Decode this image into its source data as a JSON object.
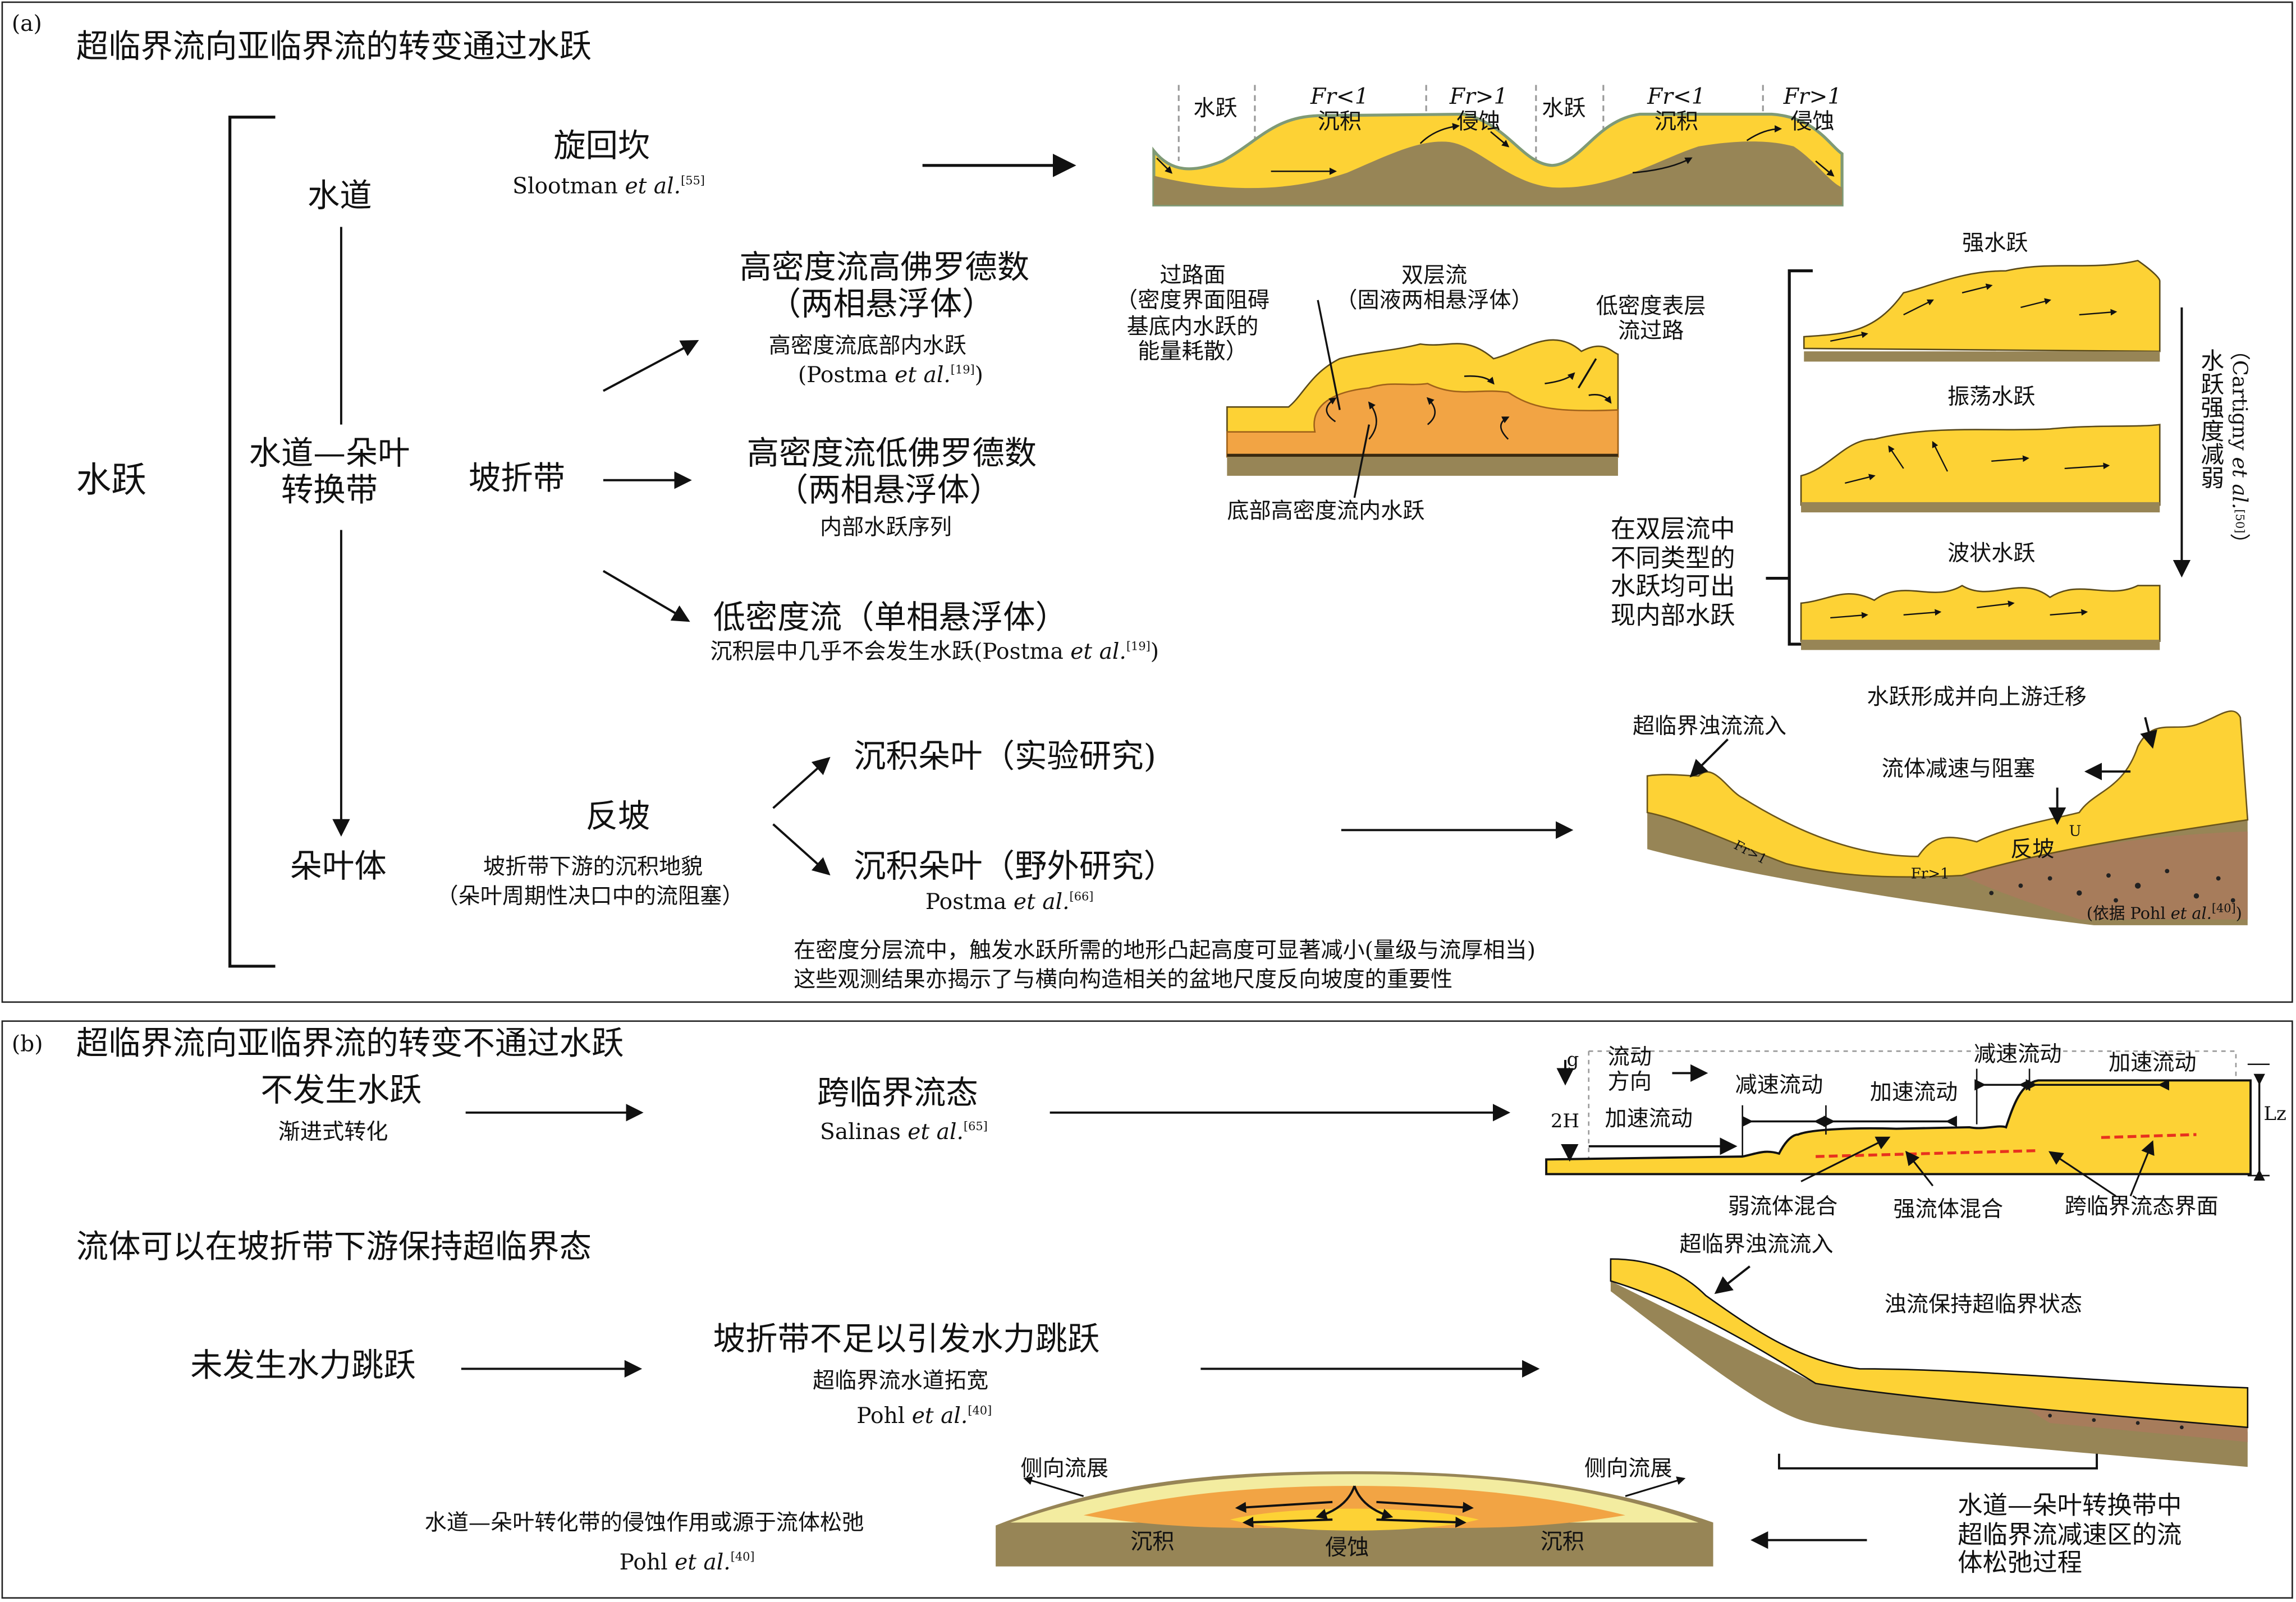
{
  "panel_a": {
    "tag": "(a)",
    "title": "超临界流向亚临界流的转变通过水跃",
    "root": "水跃",
    "tiers": {
      "channel": "水道",
      "transition_l1": "水道—朵叶",
      "transition_l2": "转换带",
      "lobe": "朵叶体"
    },
    "slope_break": "坡折带",
    "cyclic_step": {
      "title": "旋回坎",
      "author": "Slootman",
      "etal": "et al.",
      "ref": "[55]"
    },
    "hd_high_fr": {
      "title": "高密度流高佛罗德数",
      "sub": "（两相悬浮体）",
      "desc": "高密度流底部内水跃",
      "cite_pre": "(Postma ",
      "etal": "et al.",
      "ref": "[19]",
      "cite_post": ")"
    },
    "hd_low_fr": {
      "title": "高密度流低佛罗德数",
      "sub": "（两相悬浮体）",
      "desc": "内部水跃序列"
    },
    "low_density": {
      "title": "低密度流（单相悬浮体）",
      "desc": "沉积层中几乎不会发生水跃(Postma ",
      "etal": "et al.",
      "ref": "[19]",
      "post": ")"
    },
    "adverse_slope": {
      "title": "反坡",
      "desc1": "坡折带下游的沉积地貌",
      "desc2": "（朵叶周期性决口中的流阻塞）"
    },
    "lobe_exp": "沉积朵叶（实验研究)",
    "lobe_field": "沉积朵叶（野外研究）",
    "lobe_field_cite": {
      "author": "Postma ",
      "etal": "et al.",
      "ref": "[66]"
    },
    "note1": "在密度分层流中，触发水跃所需的地形凸起高度可显著减小(量级与流厚相当)",
    "note2": "这些观测结果亦揭示了与横向构造相关的盆地尺度反向坡度的重要性",
    "cyclic_labels": [
      {
        "a": "水跃"
      },
      {
        "a": "Fr<1",
        "b": "沉积"
      },
      {
        "a": "Fr>1",
        "b": "侵蚀"
      },
      {
        "a": "水跃"
      },
      {
        "a": "Fr<1",
        "b": "沉积"
      },
      {
        "a": "Fr>1",
        "b": "侵蚀"
      }
    ],
    "two_layer": {
      "bypass_l1": "过路面",
      "bypass_l2": "（密度界面阻碍",
      "bypass_l3": "基底内水跃的",
      "bypass_l4": "能量耗散）",
      "title": "双层流",
      "sub": "（固液两相悬浮体）",
      "surface_l1": "低密度表层",
      "surface_l2": "流过路",
      "basal": "底部高密度流内水跃"
    },
    "jump_types": [
      "强水跃",
      "振荡水跃",
      "波状水跃"
    ],
    "jump_note": [
      "在双层流中",
      "不同类型的",
      "水跃均可出",
      "现内部水跃"
    ],
    "strength_label": "水跃强度减弱",
    "strength_cite": {
      "pre": "（Cartigny ",
      "etal": "et al.",
      "ref": "[50]",
      "post": "）"
    },
    "adverse_diagram": {
      "migrate": "水跃形成并向上游迁移",
      "inflow": "超临界浊流流入",
      "decel": "流体减速与阻塞",
      "slope": "反坡",
      "fr1": "Fr>1",
      "fr2": "Fr>1",
      "u": "U",
      "cite": {
        "pre": "(依据 Pohl ",
        "etal": "et al.",
        "ref": "[40]",
        "post": ")"
      }
    }
  },
  "panel_b": {
    "tag": "(b)",
    "title": "超临界流向亚临界流的转变不通过水跃",
    "no_jump": "不发生水跃",
    "gradual": "渐进式转化",
    "transcritical": "跨临界流态",
    "trans_cite": {
      "author": "Salinas ",
      "etal": "et al.",
      "ref": "[65]"
    },
    "trans_diagram": {
      "g": "g",
      "h2": "2H",
      "lz": "Lz",
      "flow_dir_1": "流动",
      "flow_dir_2": "方向",
      "accel1": "加速流动",
      "decel1": "减速流动",
      "accel2": "加速流动",
      "decel2": "减速流动",
      "accel3": "加速流动",
      "weak_mix": "弱流体混合",
      "strong_mix": "强流体混合",
      "interface": "跨临界流态界面"
    },
    "maintain_title": "流体可以在坡折带下游保持超临界态",
    "no_hydraulic_jump": "未发生水力跳跃",
    "insufficient": "坡折带不足以引发水力跳跃",
    "widening": "超临界流水道拓宽",
    "pohl_cite": {
      "author": "Pohl ",
      "etal": "et al.",
      "ref": "[40]"
    },
    "slope_diagram": {
      "inflow": "超临界浊流流入",
      "maintain": "浊流保持超临界状态"
    },
    "relax_note": [
      "水道—朵叶转换带中",
      "超临界流减速区的流",
      "体松弛过程"
    ],
    "lens": {
      "spread_l": "侧向流展",
      "spread_r": "侧向流展",
      "dep_l": "沉积",
      "erosion": "侵蚀",
      "dep_r": "沉积"
    },
    "erosion_note": "水道—朵叶转化带的侵蚀作用或源于流体松弛",
    "erosion_cite": {
      "author": "Pohl ",
      "etal": "et al.",
      "ref": "[40]"
    }
  },
  "colors": {
    "yellow": "#fdd235",
    "orange": "#f2a444",
    "substrate": "#978556",
    "brown": "#a77c5b",
    "red_dash": "#e8321e",
    "surface": "#7f9a76"
  }
}
